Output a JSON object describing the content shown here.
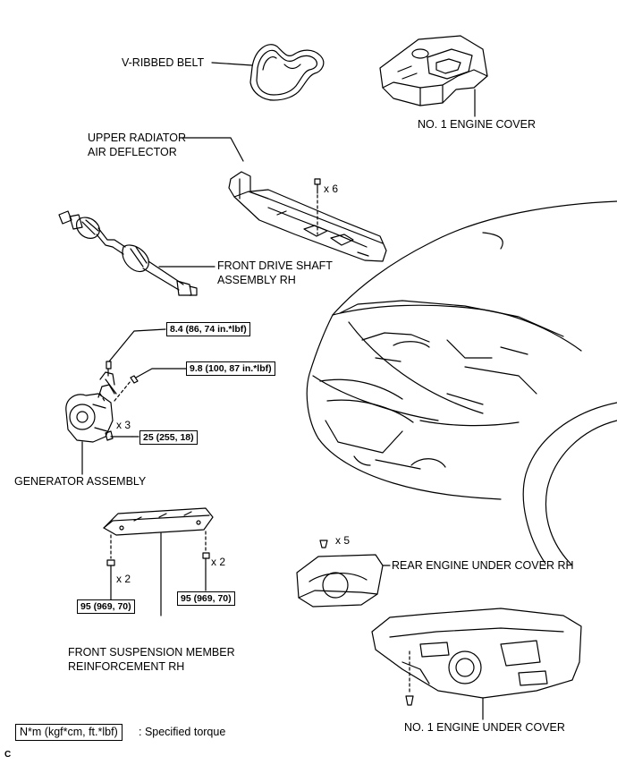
{
  "labels": {
    "v_ribbed_belt": "V-RIBBED BELT",
    "no1_engine_cover": "NO. 1 ENGINE COVER",
    "upper_radiator_line1": "UPPER RADIATOR",
    "upper_radiator_line2": "AIR DEFLECTOR",
    "front_drive_shaft_line1": "FRONT DRIVE SHAFT",
    "front_drive_shaft_line2": "ASSEMBLY RH",
    "generator_assembly": "GENERATOR ASSEMBLY",
    "rear_engine_under_cover": "REAR ENGINE UNDER COVER RH",
    "front_suspension_line1": "FRONT SUSPENSION MEMBER",
    "front_suspension_line2": "REINFORCEMENT RH",
    "no1_engine_under_cover": "NO. 1 ENGINE UNDER COVER"
  },
  "quantities": {
    "deflector_clips": "x 6",
    "generator_bolts": "x 3",
    "rear_cover_clips": "x 5",
    "reinforcement_bolts_left": "x 2",
    "reinforcement_bolts_right": "x 2"
  },
  "torques": {
    "t1": "8.4 (86, 74 in.*lbf)",
    "t2": "9.8 (100, 87 in.*lbf)",
    "t3": "25 (255, 18)",
    "t4": "95 (969, 70)",
    "t5": "95 (969, 70)"
  },
  "legend": {
    "box": "N*m (kgf*cm, ft.*lbf)",
    "text": ": Specified torque"
  },
  "figure_code": "C"
}
